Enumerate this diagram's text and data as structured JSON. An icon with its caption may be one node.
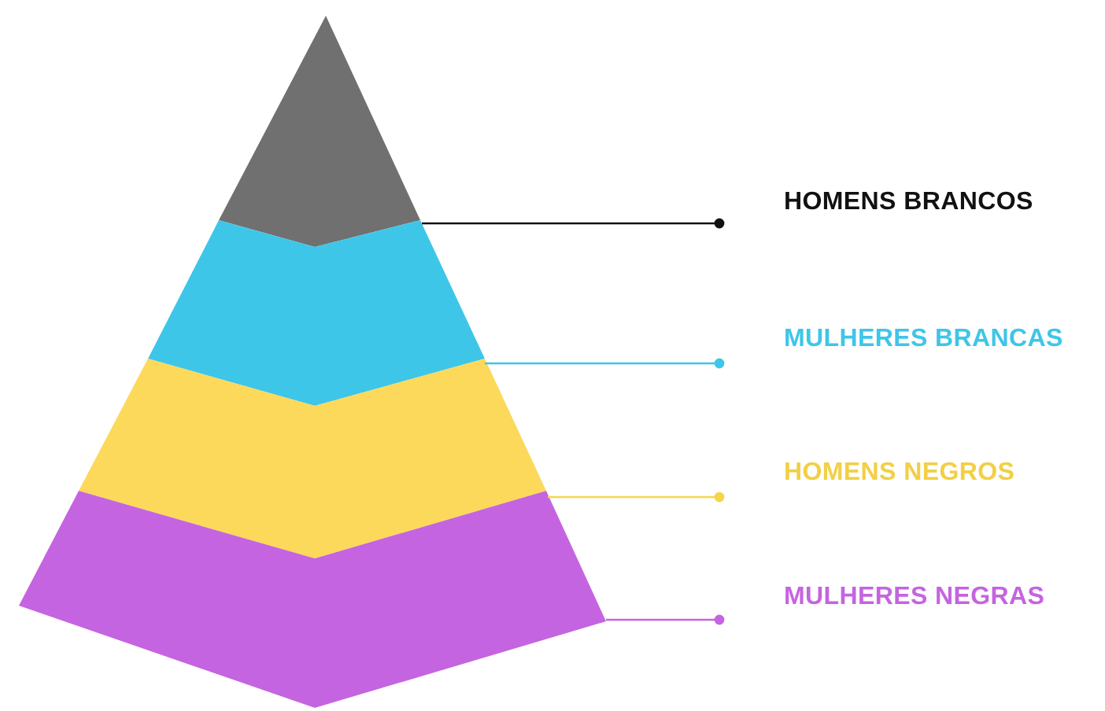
{
  "diagram": {
    "nodes": [
      {
        "text": [],
        "shape": "band"
      },
      {
        "text": [],
        "shape": "band"
      },
      {
        "text": [],
        "shape": "band"
      },
      {
        "text": [],
        "shape": "band"
      },
      {
        "text": [
          "HOMENS BRANCOS"
        ]
      },
      {
        "text": [
          "MULHERES BRANCAS"
        ]
      },
      {
        "text": [
          "HOMENS NEGROS"
        ]
      },
      {
        "text": [
          "MULHERES NEGRAS"
        ]
      }
    ],
    "edges": [
      {
        "from": 4,
        "to": 0,
        "arrow": "other",
        "color": "#111111"
      },
      {
        "from": 5,
        "to": 1,
        "arrow": "other",
        "color": "#3ec6e8"
      },
      {
        "from": 6,
        "to": 2,
        "arrow": "other",
        "color": "#f5d54a"
      },
      {
        "from": 7,
        "to": 3,
        "arrow": "other",
        "color": "#c564e0"
      }
    ]
  }
}
